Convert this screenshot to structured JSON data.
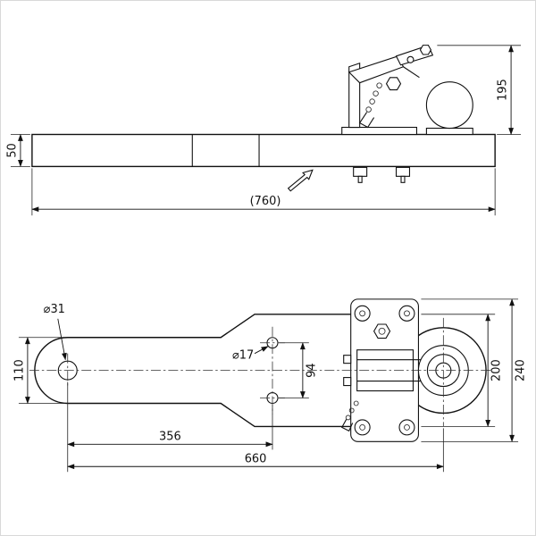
{
  "side_view": {
    "bar_height": "50",
    "overall_length": "(760)",
    "coupling_height": "195"
  },
  "plan_view": {
    "left_hole_dia": "⌀31",
    "bar_width": "110",
    "mid_hole_dia": "⌀17",
    "mid_hole_spacing": "94",
    "plate_width": "200",
    "assembly_width": "240",
    "hole_distance": "356",
    "overall_distance": "660"
  }
}
